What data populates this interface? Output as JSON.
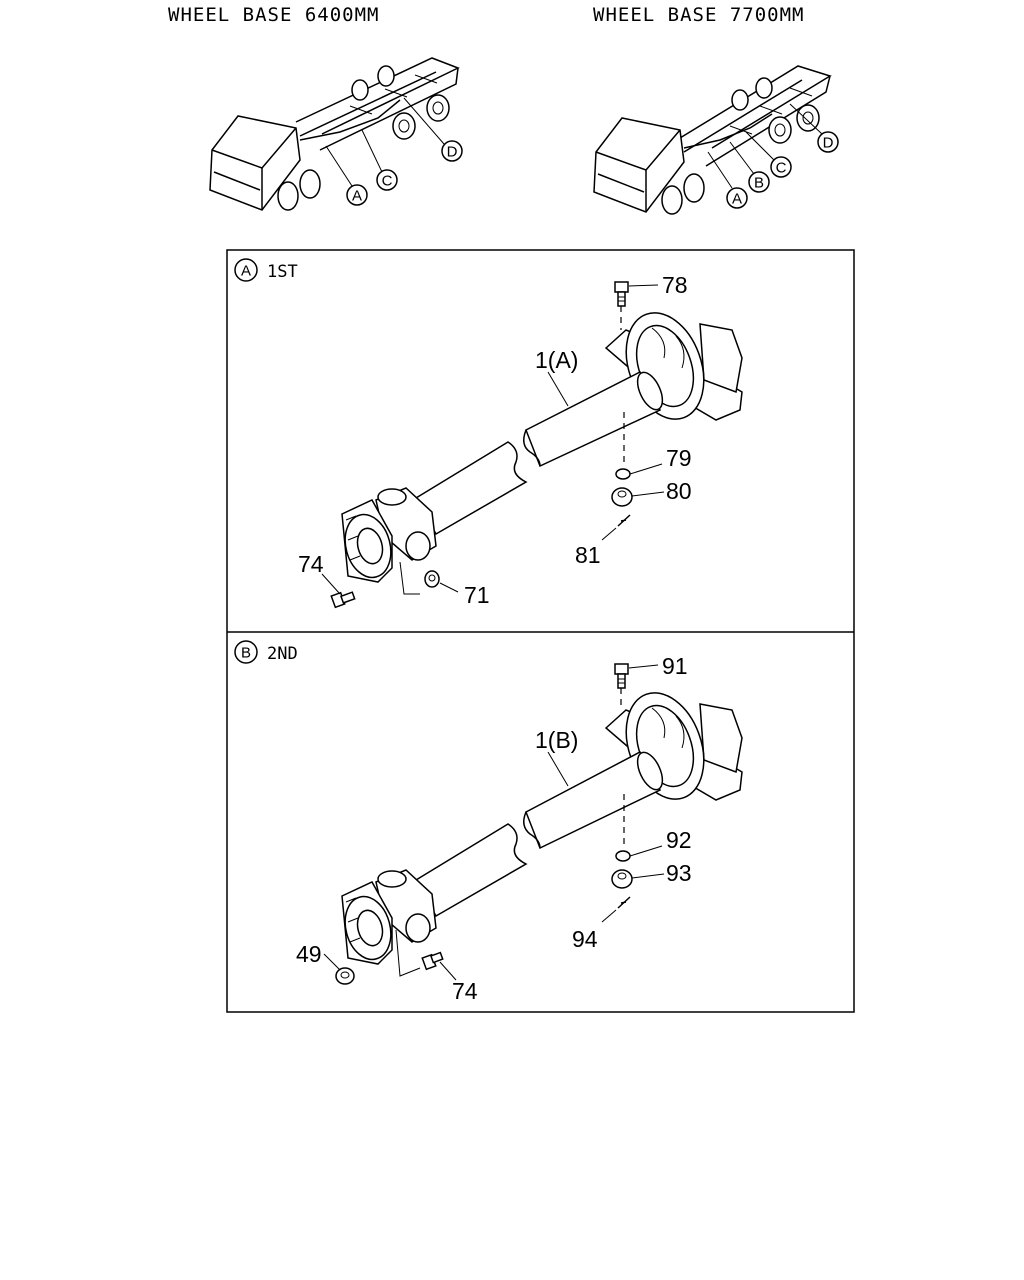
{
  "headers": {
    "left": "WHEEL BASE 6400MM",
    "right": "WHEEL BASE 7700MM"
  },
  "truck_left": {
    "callouts": [
      "A",
      "C",
      "D"
    ]
  },
  "truck_right": {
    "callouts": [
      "A",
      "B",
      "C",
      "D"
    ]
  },
  "panel_a": {
    "circle": "A",
    "title": "1ST",
    "shaft_label": "1(A)",
    "parts": [
      "78",
      "79",
      "80",
      "81",
      "74",
      "71"
    ]
  },
  "panel_b": {
    "circle": "B",
    "title": "2ND",
    "shaft_label": "1(B)",
    "parts": [
      "91",
      "92",
      "93",
      "94",
      "49",
      "74"
    ]
  }
}
